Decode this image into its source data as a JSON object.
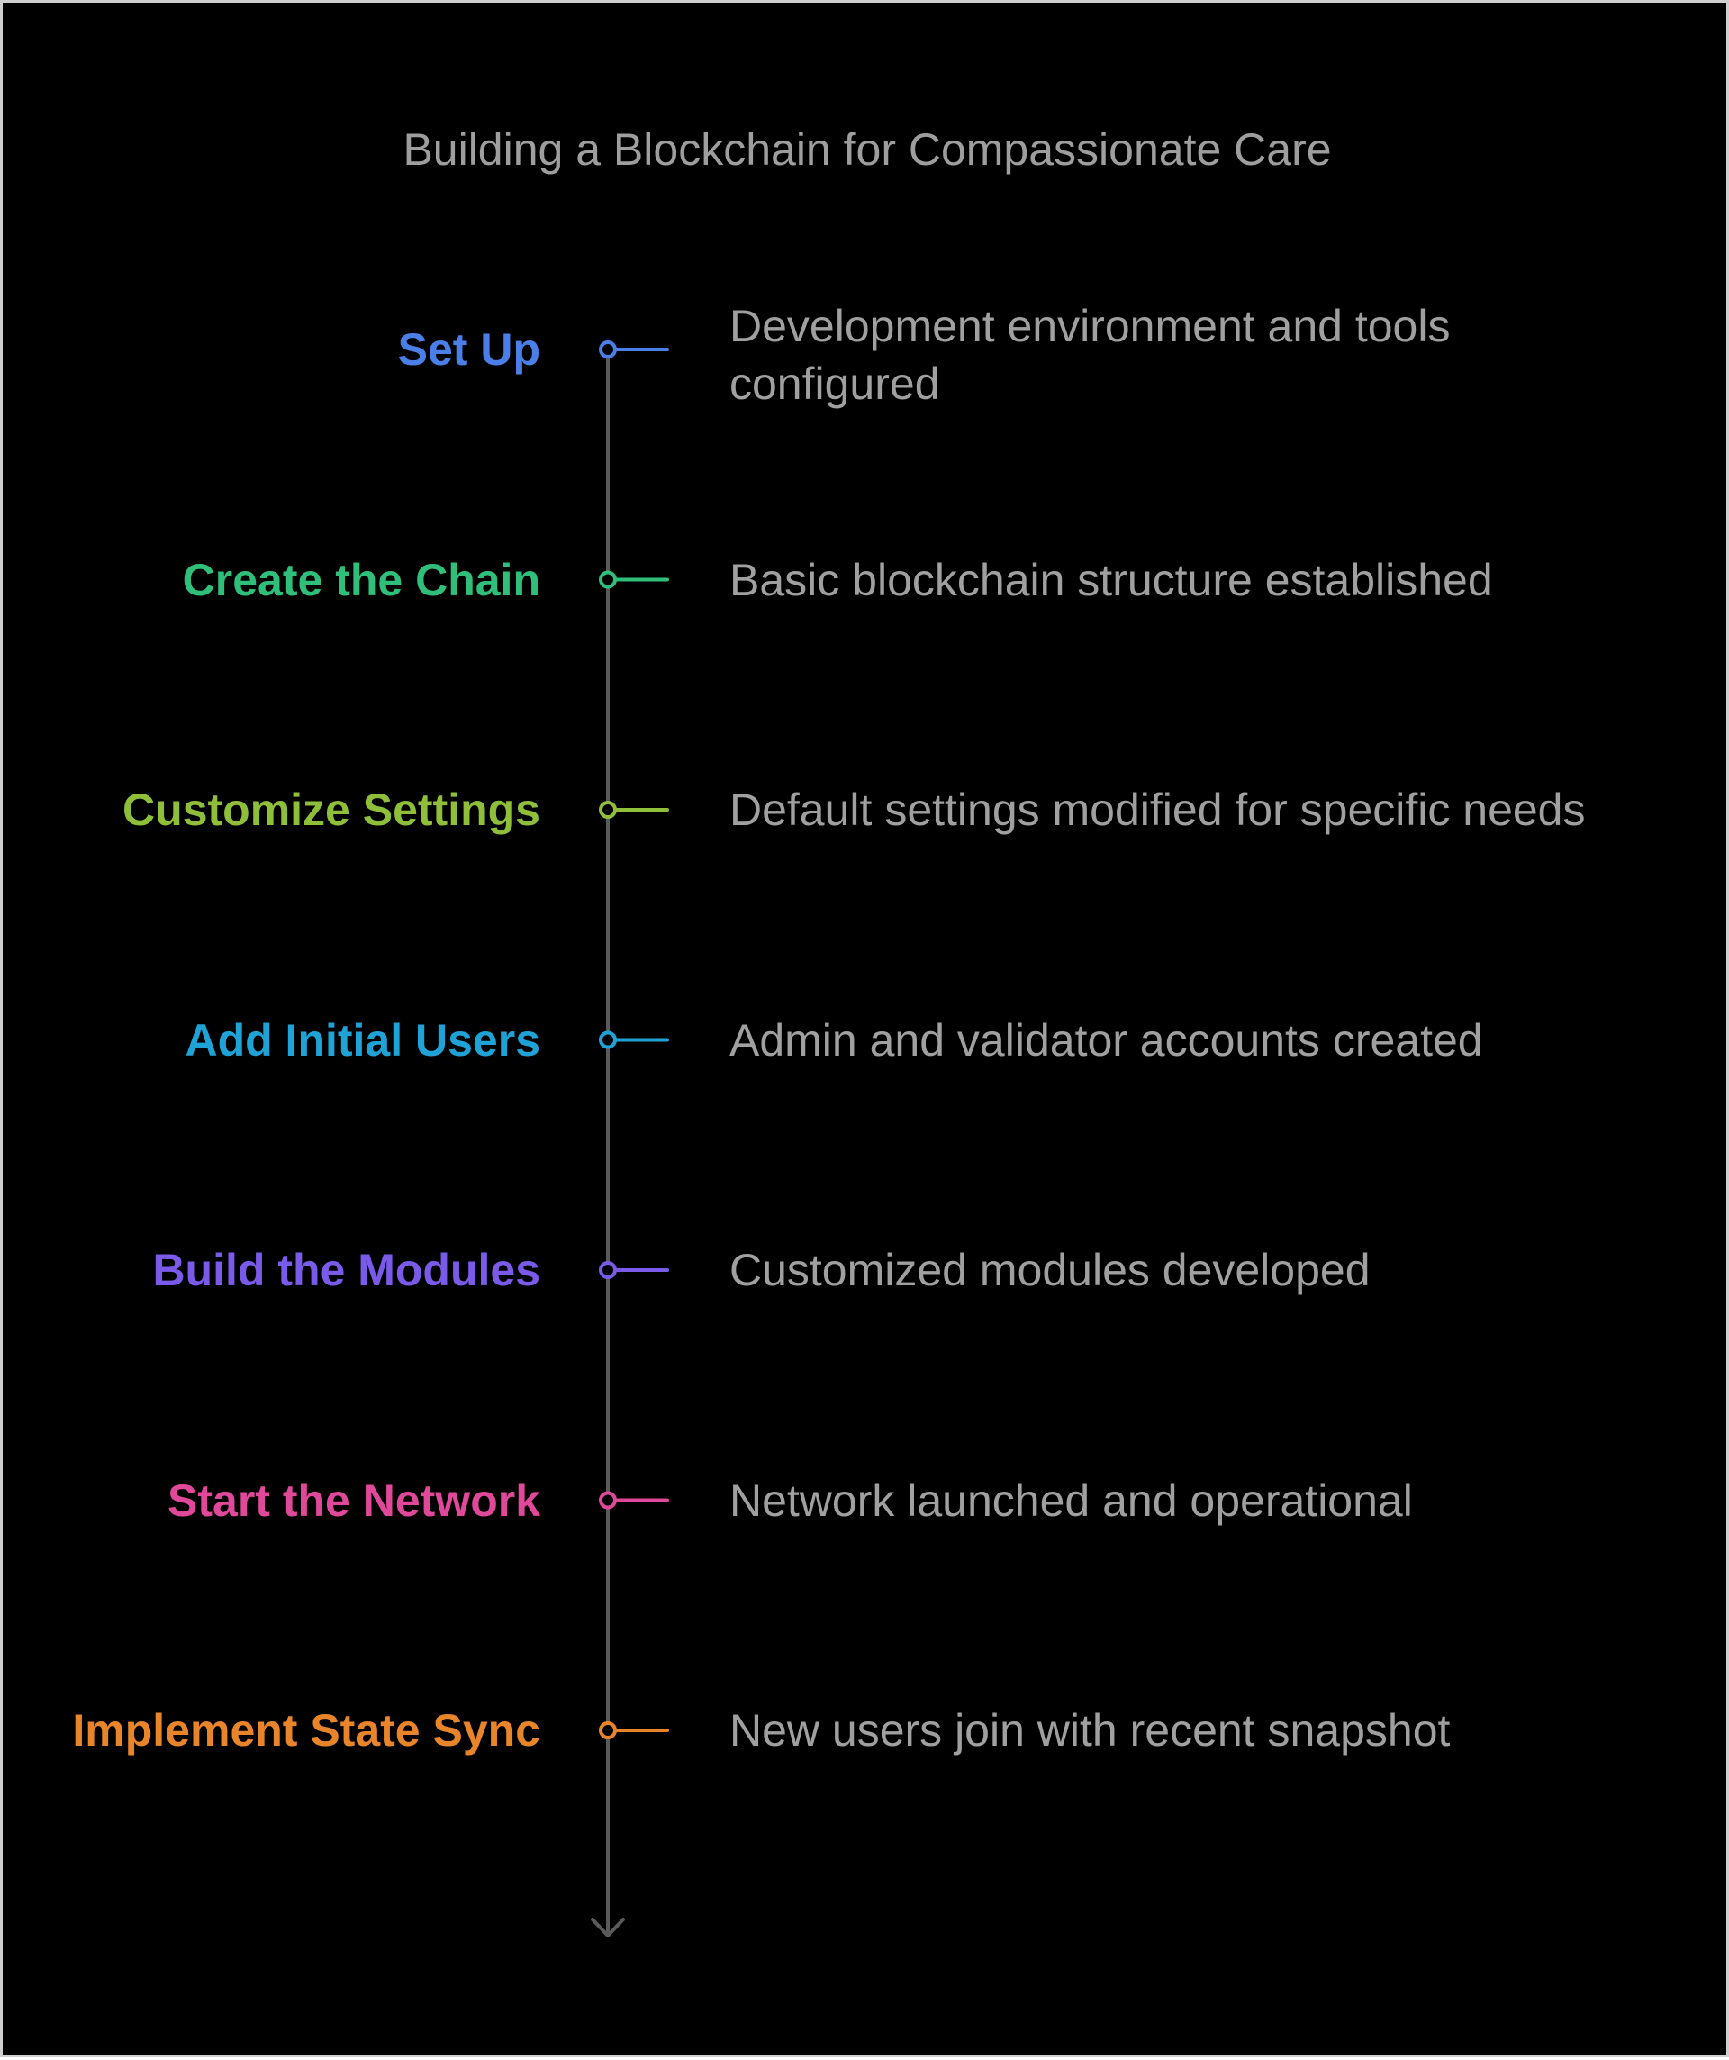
{
  "title": "Building a Blockchain for Compassionate Care",
  "colors": {
    "background": "#000000",
    "border": "#cfcfcf",
    "axis": "#5a5a5a",
    "title_text": "#9e9e9e",
    "description_text": "#a0a0a0"
  },
  "steps": [
    {
      "label": "Set Up",
      "description": "Development environment and tools configured",
      "color": "#4a7fe8"
    },
    {
      "label": "Create the Chain",
      "description": "Basic blockchain structure established",
      "color": "#2fbf7a"
    },
    {
      "label": "Customize Settings",
      "description": "Default settings modified for specific needs",
      "color": "#8fbf3a"
    },
    {
      "label": "Add Initial Users",
      "description": "Admin and validator accounts created",
      "color": "#1fa3d6"
    },
    {
      "label": "Build the Modules",
      "description": "Customized modules developed",
      "color": "#7a5ae8"
    },
    {
      "label": "Start the Network",
      "description": "Network launched and operational",
      "color": "#e0489a"
    },
    {
      "label": "Implement State Sync",
      "description": "New users join with recent snapshot",
      "color": "#e8852a"
    }
  ]
}
